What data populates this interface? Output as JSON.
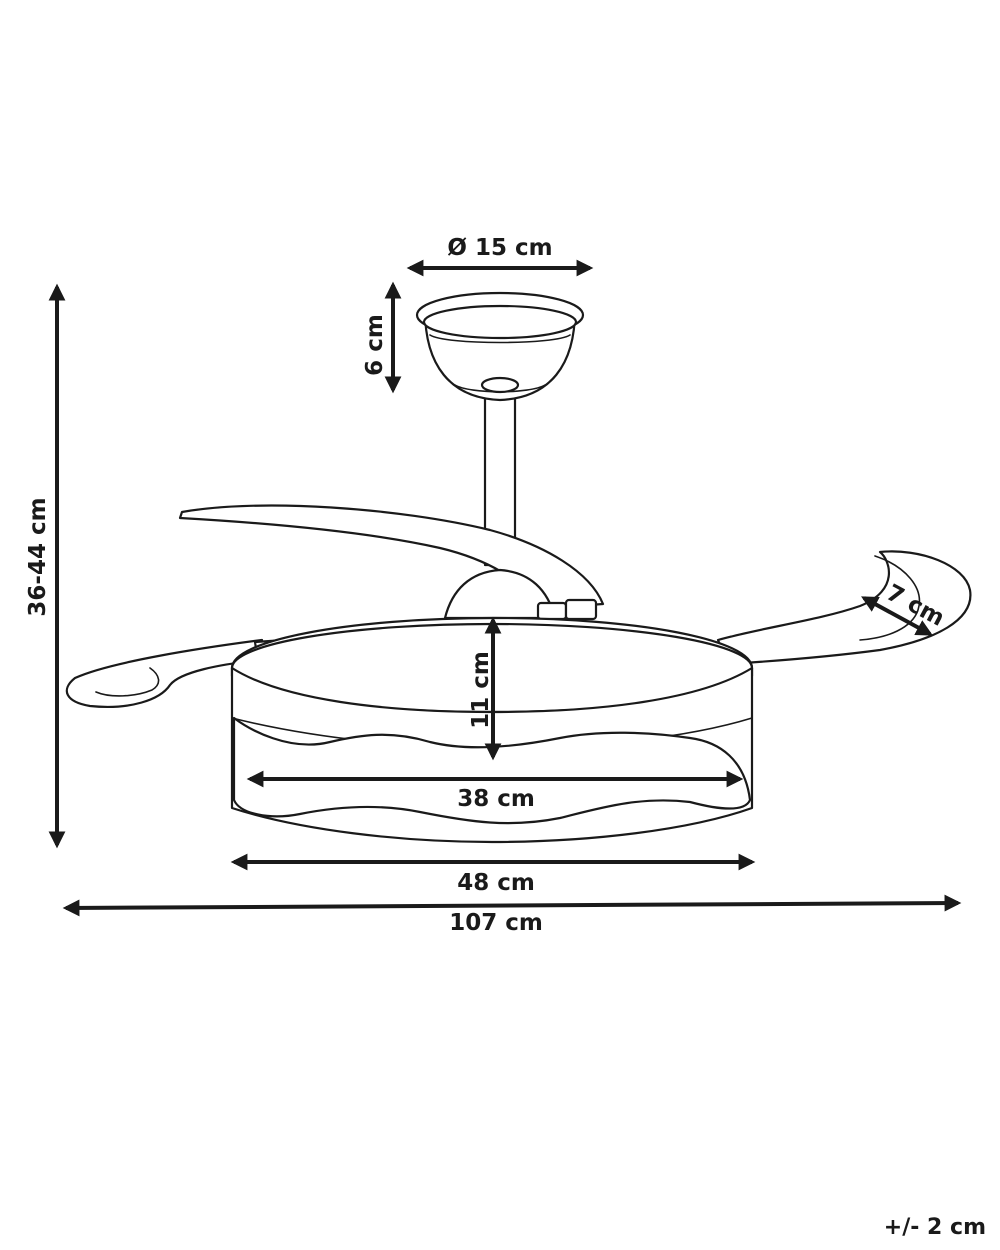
{
  "dimensions": {
    "canopy_diameter": "Ø 15 cm",
    "canopy_height": "6 cm",
    "total_height": "36-44 cm",
    "blade_width": "7 cm",
    "body_height": "11 cm",
    "inner_diameter": "38 cm",
    "body_diameter": "48 cm",
    "blade_span": "107 cm"
  },
  "tolerance": "+/- 2 cm",
  "colors": {
    "line": "#1a1a1a",
    "background": "#ffffff"
  }
}
